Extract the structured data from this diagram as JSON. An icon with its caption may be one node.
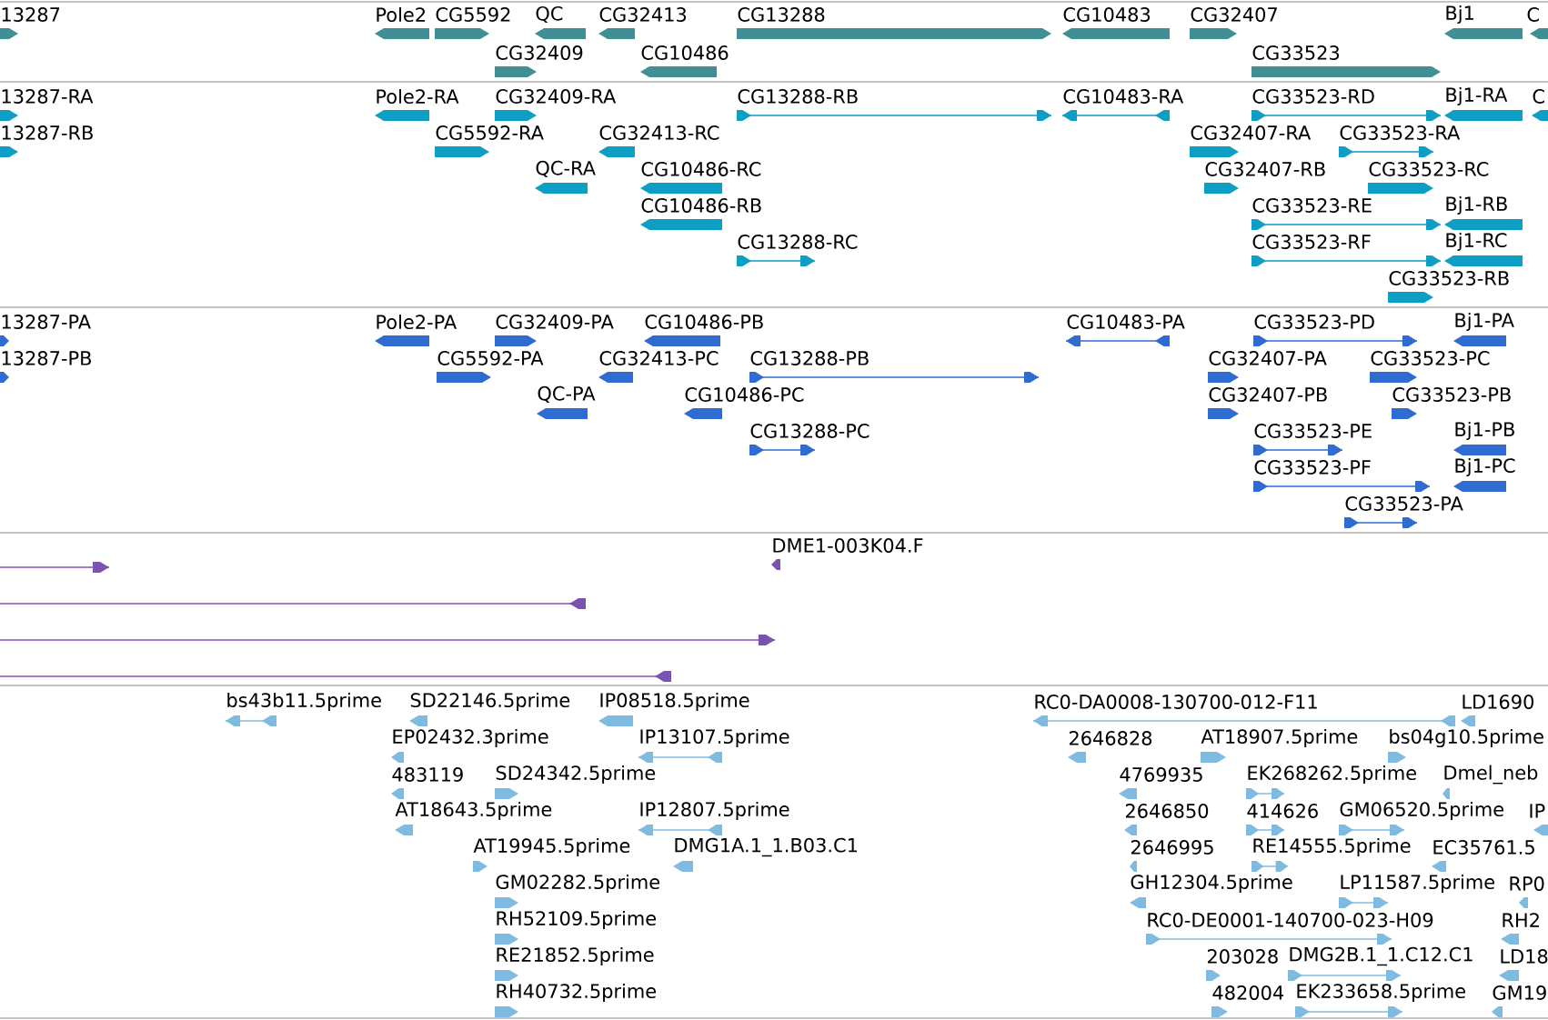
{
  "diagram": {
    "labels": [
      "13287",
      "Pole2",
      "CG5592",
      "QC",
      "CG32413",
      "CG13288",
      "CG10483",
      "CG32407",
      "Bj1",
      "C",
      "CG32409",
      "CG10486",
      "CG33523",
      "13287-RA",
      "Pole2-RA",
      "CG32409-RA",
      "CG13288-RB",
      "CG10483-RA",
      "CG33523-RD",
      "Bj1-RA",
      "C",
      "13287-RB",
      "CG5592-RA",
      "CG32413-RC",
      "CG32407-RA",
      "CG33523-RA",
      "QC-RA",
      "CG10486-RC",
      "CG32407-RB",
      "CG33523-RC",
      "CG10486-RB",
      "CG33523-RE",
      "Bj1-RB",
      "CG13288-RC",
      "CG33523-RF",
      "Bj1-RC",
      "CG33523-RB",
      "13287-PA",
      "Pole2-PA",
      "CG32409-PA",
      "CG10486-PB",
      "CG10483-PA",
      "CG33523-PD",
      "Bj1-PA",
      "13287-PB",
      "CG5592-PA",
      "CG32413-PC",
      "CG13288-PB",
      "CG32407-PA",
      "CG33523-PC",
      "QC-PA",
      "CG10486-PC",
      "CG32407-PB",
      "CG33523-PB",
      "CG13288-PC",
      "CG33523-PE",
      "Bj1-PB",
      "CG33523-PF",
      "Bj1-PC",
      "CG33523-PA",
      "DME1-003K04.F",
      "bs43b11.5prime",
      "SD22146.5prime",
      "IP08518.5prime",
      "RC0-DA0008-130700-012-F11",
      "LD1690",
      "EP02432.3prime",
      "IP13107.5prime",
      "2646828",
      "AT18907.5prime",
      "bs04g10.5prime",
      "483119",
      "SD24342.5prime",
      "4769935",
      "EK268262.5prime",
      "Dmel_neb",
      "AT18643.5prime",
      "IP12807.5prime",
      "2646850",
      "414626",
      "GM06520.5prime",
      "IP",
      "AT19945.5prime",
      "DMG1A.1_1.B03.C1",
      "2646995",
      "RE14555.5prime",
      "EC35761.5",
      "GM02282.5prime",
      "GH12304.5prime",
      "LP11587.5prime",
      "RP0",
      "RH52109.5prime",
      "RC0-DE0001-140700-023-H09",
      "RH2",
      "RE21852.5prime",
      "203028",
      "DMG2B.1_1.C12.C1",
      "LD18",
      "RH40732.5prime",
      "482004",
      "EK233658.5prime",
      "GM19"
    ]
  }
}
